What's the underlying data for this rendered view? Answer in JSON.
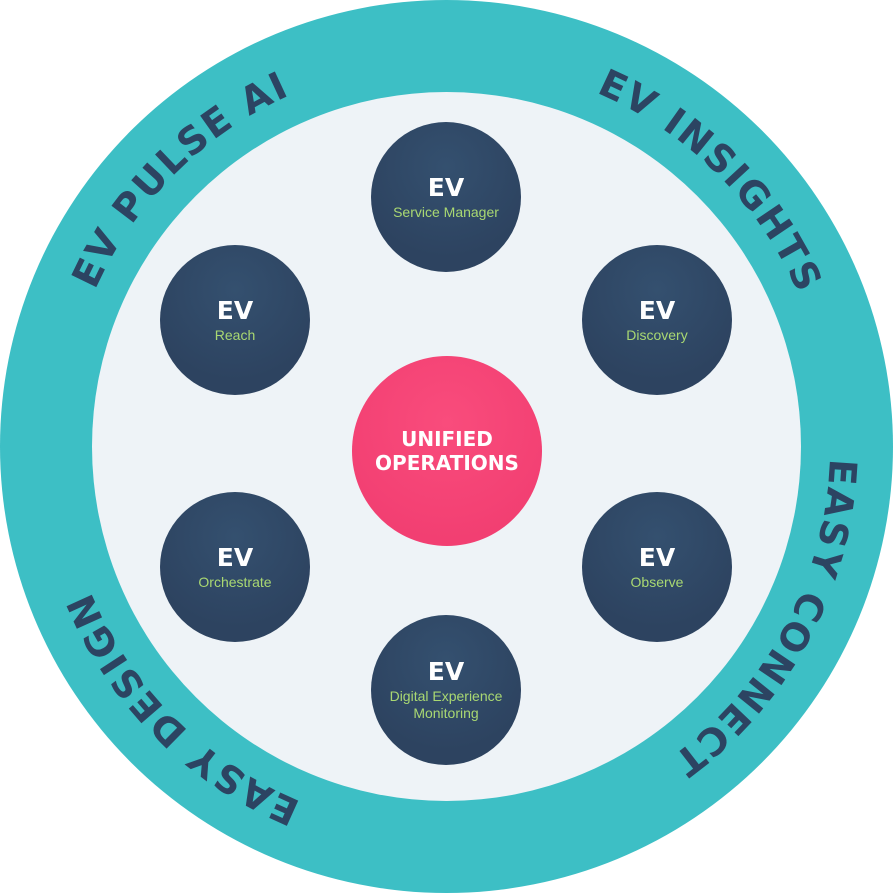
{
  "ring_labels": {
    "pulse_ai": "EV PULSE AI",
    "insights": "EV INSIGHTS",
    "easy_connect": "EASY CONNECT",
    "easy_design": "EASY DESIGN"
  },
  "center": {
    "label": "UNIFIED\nOPERATIONS"
  },
  "nodes": [
    {
      "prefix": "EV",
      "label": "Service Manager"
    },
    {
      "prefix": "EV",
      "label": "Reach"
    },
    {
      "prefix": "EV",
      "label": "Discovery"
    },
    {
      "prefix": "EV",
      "label": "Orchestrate"
    },
    {
      "prefix": "EV",
      "label": "Observe"
    },
    {
      "prefix": "EV",
      "label": "Digital Experience Monitoring"
    }
  ],
  "colors": {
    "ring": "#3dbfc5",
    "node": "#2f4562",
    "center": "#f7467a",
    "accent_label": "#a9d872",
    "ring_text": "#2c4462"
  }
}
